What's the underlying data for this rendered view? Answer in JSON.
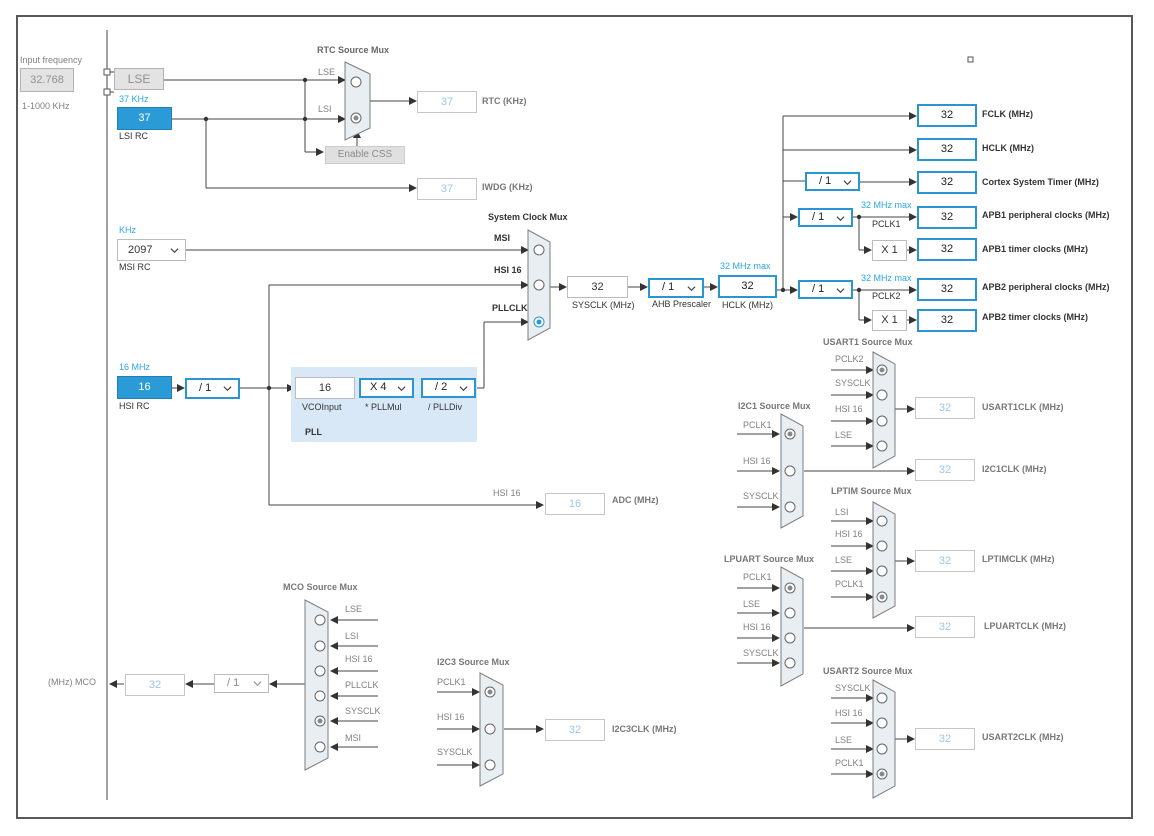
{
  "input_frequency": {
    "label": "Input frequency",
    "value": "32.768",
    "range": "1-1000 KHz"
  },
  "lse": {
    "label": "LSE"
  },
  "lsi": {
    "freq_label": "37 KHz",
    "value": "37",
    "name": "LSI RC"
  },
  "rtc_mux": {
    "title": "RTC Source Mux",
    "in1": "LSE",
    "in2": "LSI",
    "output": "37",
    "output_label": "RTC (KHz)",
    "enable_css": "Enable CSS"
  },
  "iwdg": {
    "value": "37",
    "label": "IWDG (KHz)"
  },
  "msi": {
    "unit": "KHz",
    "value": "2097",
    "name": "MSI RC"
  },
  "hsi": {
    "freq_label": "16 MHz",
    "value": "16",
    "name": "HSI RC",
    "div": "/ 1"
  },
  "pll": {
    "vco_input": "16",
    "vco_label": "VCOInput",
    "mul": "X 4",
    "mul_label": "* PLLMul",
    "div": "/ 2",
    "div_label": "/ PLLDiv",
    "name": "PLL"
  },
  "sysclk_mux": {
    "title": "System Clock Mux",
    "in1": "MSI",
    "in2": "HSI 16",
    "in3": "PLLCLK"
  },
  "sysclk": {
    "value": "32",
    "label": "SYSCLK (MHz)"
  },
  "ahb": {
    "value": "/ 1",
    "label": "AHB Prescaler"
  },
  "hclk": {
    "max": "32 MHz max",
    "value": "32",
    "label": "HCLK (MHz)"
  },
  "outputs": {
    "fclk": {
      "value": "32",
      "label": "FCLK (MHz)"
    },
    "hclk": {
      "value": "32",
      "label": "HCLK (MHz)"
    },
    "cortex": {
      "div": "/ 1",
      "value": "32",
      "label": "Cortex System Timer (MHz)"
    },
    "apb1": {
      "max": "32 MHz max",
      "div": "/ 1",
      "pclk": "PCLK1",
      "value": "32",
      "label": "APB1 peripheral clocks (MHz)",
      "timer_mul": "X 1",
      "timer_value": "32",
      "timer_label": "APB1 timer clocks (MHz)"
    },
    "apb2": {
      "max": "32 MHz max",
      "div": "/ 1",
      "pclk": "PCLK2",
      "value": "32",
      "label": "APB2 peripheral clocks (MHz)",
      "timer_mul": "X 1",
      "timer_value": "32",
      "timer_label": "APB2 timer clocks (MHz)"
    }
  },
  "adc": {
    "source": "HSI 16",
    "value": "16",
    "label": "ADC (MHz)"
  },
  "usart1": {
    "title": "USART1 Source Mux",
    "inputs": [
      "PCLK2",
      "SYSCLK",
      "HSI 16",
      "LSE"
    ],
    "value": "32",
    "label": "USART1CLK (MHz)"
  },
  "i2c1": {
    "title": "I2C1 Source Mux",
    "inputs": [
      "PCLK1",
      "HSI 16",
      "SYSCLK"
    ],
    "value": "32",
    "label": "I2C1CLK (MHz)"
  },
  "lptim": {
    "title": "LPTIM Source Mux",
    "inputs": [
      "LSI",
      "HSI 16",
      "LSE",
      "PCLK1"
    ],
    "value": "32",
    "label": "LPTIMCLK (MHz)"
  },
  "lpuart": {
    "title": "LPUART Source Mux",
    "inputs": [
      "PCLK1",
      "LSE",
      "HSI 16",
      "SYSCLK"
    ],
    "value": "32",
    "label": "LPUARTCLK (MHz)"
  },
  "usart2": {
    "title": "USART2 Source Mux",
    "inputs": [
      "SYSCLK",
      "HSI 16",
      "LSE",
      "PCLK1"
    ],
    "value": "32",
    "label": "USART2CLK (MHz)"
  },
  "mco": {
    "title": "MCO Source Mux",
    "inputs": [
      "LSE",
      "LSI",
      "HSI 16",
      "PLLCLK",
      "SYSCLK",
      "MSI"
    ],
    "value": "32",
    "div": "/ 1",
    "label": "(MHz) MCO"
  },
  "i2c3": {
    "title": "I2C3 Source Mux",
    "inputs": [
      "PCLK1",
      "HSI 16",
      "SYSCLK"
    ],
    "value": "32",
    "label": "I2C3CLK (MHz)"
  }
}
